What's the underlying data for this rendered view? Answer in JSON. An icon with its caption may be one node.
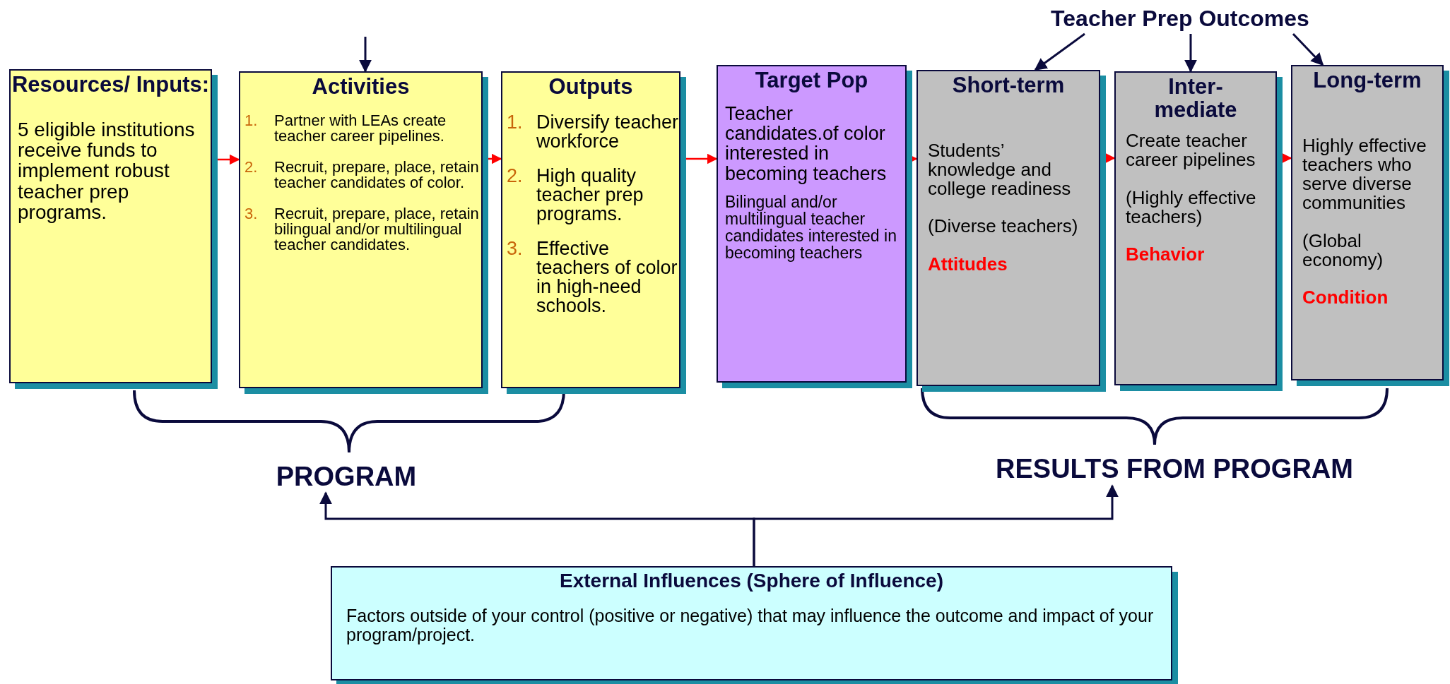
{
  "diagram": {
    "nodes": [
      {
        "text": [
          "Resources/ Inputs:",
          "5 eligible institutions receive funds to implement robust teacher prep programs."
        ]
      },
      {
        "text": [
          "Activities",
          "1.",
          "Partner with LEAs create teacher career pipelines.",
          "2.",
          "Recruit, prepare, place, retain teacher candidates of color.",
          "3.",
          "Recruit, prepare, place, retain bilingual and/or multilingual teacher candidates."
        ]
      },
      {
        "text": [
          "Outputs",
          "1.",
          "Diversify teacher workforce",
          "2.",
          "High quality teacher prep programs.",
          "3.",
          "Effective teachers of color in high-need schools."
        ]
      },
      {
        "text": [
          "Target Pop",
          "Teacher candidates.of color interested in becoming teachers",
          "Bilingual and/or multilingual teacher candidates interested in becoming teachers"
        ]
      },
      {
        "text": [
          "Short-term",
          "Students’ knowledge and college readiness",
          "(Diverse teachers)",
          "Attitudes"
        ]
      },
      {
        "text": [
          "Inter- mediate",
          "Create teacher career pipelines",
          "(Highly effective teachers)",
          "Behavior"
        ]
      },
      {
        "text": [
          "Long-term",
          "Highly effective teachers who serve diverse communities",
          "(Global economy)",
          "Condition"
        ]
      },
      {
        "text": [
          "Teacher Prep Outcomes"
        ]
      },
      {
        "text": [
          "PROGRAM"
        ]
      },
      {
        "text": [
          "RESULTS FROM PROGRAM"
        ]
      },
      {
        "text": [
          "External Influences (Sphere of Influence)",
          "Factors outside of your control (positive or negative) that may influence the outcome and impact of your program/project."
        ]
      }
    ],
    "edges": [
      {
        "from": 0,
        "to": 1,
        "arrow": "to"
      },
      {
        "from": 1,
        "to": 2,
        "arrow": "to"
      },
      {
        "from": 2,
        "to": 3,
        "arrow": "to"
      },
      {
        "from": 3,
        "to": 4,
        "arrow": "to"
      },
      {
        "from": 4,
        "to": 5,
        "arrow": "to"
      },
      {
        "from": 5,
        "to": 6,
        "arrow": "to"
      },
      {
        "from": null,
        "to": 1,
        "arrow": "to",
        "color": "#0a0a3c"
      },
      {
        "from": 7,
        "to": 4,
        "arrow": "to",
        "color": "#0a0a3c"
      },
      {
        "from": 7,
        "to": 5,
        "arrow": "to",
        "color": "#0a0a3c"
      },
      {
        "from": 7,
        "to": 6,
        "arrow": "to",
        "color": "#0a0a3c"
      },
      {
        "from": 10,
        "to": 8,
        "arrow": "to",
        "color": "#0a0a3c"
      },
      {
        "from": 10,
        "to": 9,
        "arrow": "to",
        "color": "#0a0a3c"
      }
    ]
  }
}
